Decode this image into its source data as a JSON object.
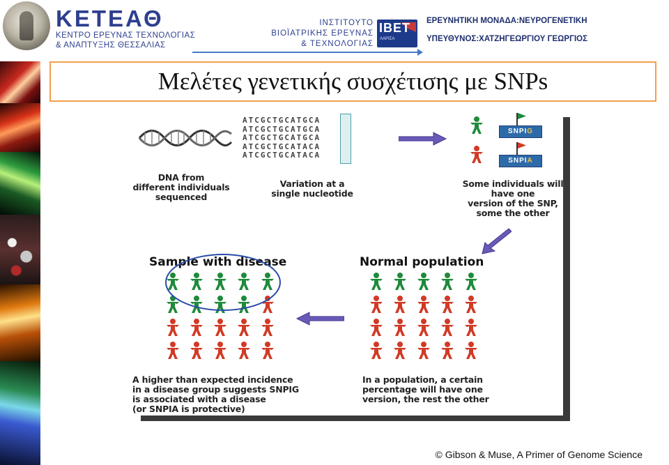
{
  "header": {
    "org_name": "ΚΕΤΕΑΘ",
    "org_sub_line1": "ΚΕΝΤΡΟ ΕΡΕΥΝΑΣ ΤΕΧΝΟΛΟΓΙΑΣ",
    "org_sub_line2": "& ΑΝΑΠΤΥΞΗΣ ΘΕΣΣΑΛΙΑΣ",
    "institute_line1": "ΙΝΣΤΙΤΟΥΤΟ",
    "institute_line2": "ΒΙΟΪΑΤΡΙΚΗΣ ΕΡΕΥΝΑΣ",
    "institute_line3": "& ΤΕΧΝΟΛΟΓΙΑΣ",
    "ibet_logo": "IBET",
    "ibet_city": "ΛΑΡΙΣΑ",
    "unit": "ΕΡΕΥΝΗΤΙΚΗ ΜΟΝΑΔΑ:ΝΕΥΡΟΓΕΝΕΤΙΚΗ",
    "head": "ΥΠΕΥΘΥΝΟΣ:ΧΑΤΖΗΓΕΩΡΓΙΟΥ ΓΕΩΡΓΙΟΣ"
  },
  "title": "Μελέτες γενετικής συσχέτισης με SNPs",
  "diagram": {
    "sequences": [
      "ATCGCTGCATGCA",
      "ATCGCTGCATGCA",
      "ATCGCTGCATGCA",
      "ATCGCTGCATACA",
      "ATCGCTGCATACA"
    ],
    "dna_label": "DNA from\ndifferent individuals\nsequenced",
    "variation_label": "Variation at a\nsingle nucleotide",
    "snp_tag_g": "SNPIG",
    "snp_tag_a": "SNPIA",
    "some_individuals_label": "Some individuals will\nhave one\nversion of the SNP,\nsome the other",
    "normal_heading": "Normal population",
    "sample_heading": "Sample with disease",
    "normal_caption": "In a population, a certain\npercentage will have one\nversion, the rest the other",
    "sample_caption": "A higher than expected incidence\nin a disease group suggests SNPIG\nis associated with a disease\n(or SNPIA is protective)",
    "colors": {
      "green": "#1f8a3a",
      "red": "#d13a25",
      "arrow": "#6a5ab8"
    },
    "normal_grid": [
      [
        "g",
        "g",
        "g",
        "g",
        "g"
      ],
      [
        "r",
        "r",
        "r",
        "r",
        "r"
      ],
      [
        "r",
        "r",
        "r",
        "r",
        "r"
      ],
      [
        "r",
        "r",
        "r",
        "r",
        "r"
      ]
    ],
    "sample_grid": [
      [
        "g",
        "g",
        "g",
        "g",
        "g"
      ],
      [
        "g",
        "g",
        "g",
        "g",
        "r"
      ],
      [
        "r",
        "r",
        "r",
        "r",
        "r"
      ],
      [
        "r",
        "r",
        "r",
        "r",
        "r"
      ]
    ]
  },
  "footer": "© Gibson & Muse,  A Primer of Genome Science"
}
